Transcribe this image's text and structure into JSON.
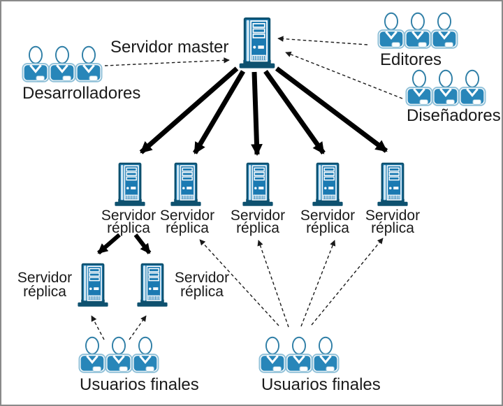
{
  "diagram": {
    "type": "server-replication-topology",
    "master": {
      "label": "Servidor master"
    },
    "replica_label": {
      "line1": "Servidor",
      "line2": "réplica"
    },
    "groups": {
      "developers": {
        "label": "Desarrolladores",
        "people": 3
      },
      "editors": {
        "label": "Editores",
        "people": 3
      },
      "designers": {
        "label": "Diseñadores",
        "people": 3
      },
      "end_users_left": {
        "label": "Usuarios finales",
        "people": 3
      },
      "end_users_right": {
        "label": "Usuarios finales",
        "people": 3
      }
    },
    "counts": {
      "replica_servers": 7,
      "master_servers": 1
    },
    "edges": {
      "solid_replication": [
        {
          "from": "servidor-master",
          "to": "servidor-replica-1"
        },
        {
          "from": "servidor-master",
          "to": "servidor-replica-2"
        },
        {
          "from": "servidor-master",
          "to": "servidor-replica-3"
        },
        {
          "from": "servidor-master",
          "to": "servidor-replica-4"
        },
        {
          "from": "servidor-master",
          "to": "servidor-replica-5"
        },
        {
          "from": "servidor-replica-1",
          "to": "servidor-replica-6"
        },
        {
          "from": "servidor-replica-1",
          "to": "servidor-replica-7"
        }
      ],
      "dashed_access": [
        {
          "from": "desarrolladores",
          "to": "servidor-master"
        },
        {
          "from": "editores",
          "to": "servidor-master"
        },
        {
          "from": "diseñadores",
          "to": "servidor-master"
        },
        {
          "from": "usuarios-finales-izquierda",
          "to": "servidor-replica-6"
        },
        {
          "from": "usuarios-finales-izquierda",
          "to": "servidor-replica-7"
        },
        {
          "from": "usuarios-finales-derecha",
          "to": "servidor-replica-2"
        },
        {
          "from": "usuarios-finales-derecha",
          "to": "servidor-replica-3"
        },
        {
          "from": "usuarios-finales-derecha",
          "to": "servidor-replica-4"
        },
        {
          "from": "usuarios-finales-derecha",
          "to": "servidor-replica-5"
        }
      ]
    },
    "colors": {
      "server_body": "#1b7ab2",
      "server_dark": "#0e516f",
      "server_detail": "#ffffff",
      "person_fill": "#2886b9",
      "person_outline": "#2e7ea6",
      "person_light_outline": "#8fc0d8",
      "arrow_solid": "#000000",
      "arrow_dashed": "#1a1a1a",
      "text": "#1a1a1a",
      "background": "#ffffff",
      "frame_border": "#8a8a8a"
    }
  }
}
